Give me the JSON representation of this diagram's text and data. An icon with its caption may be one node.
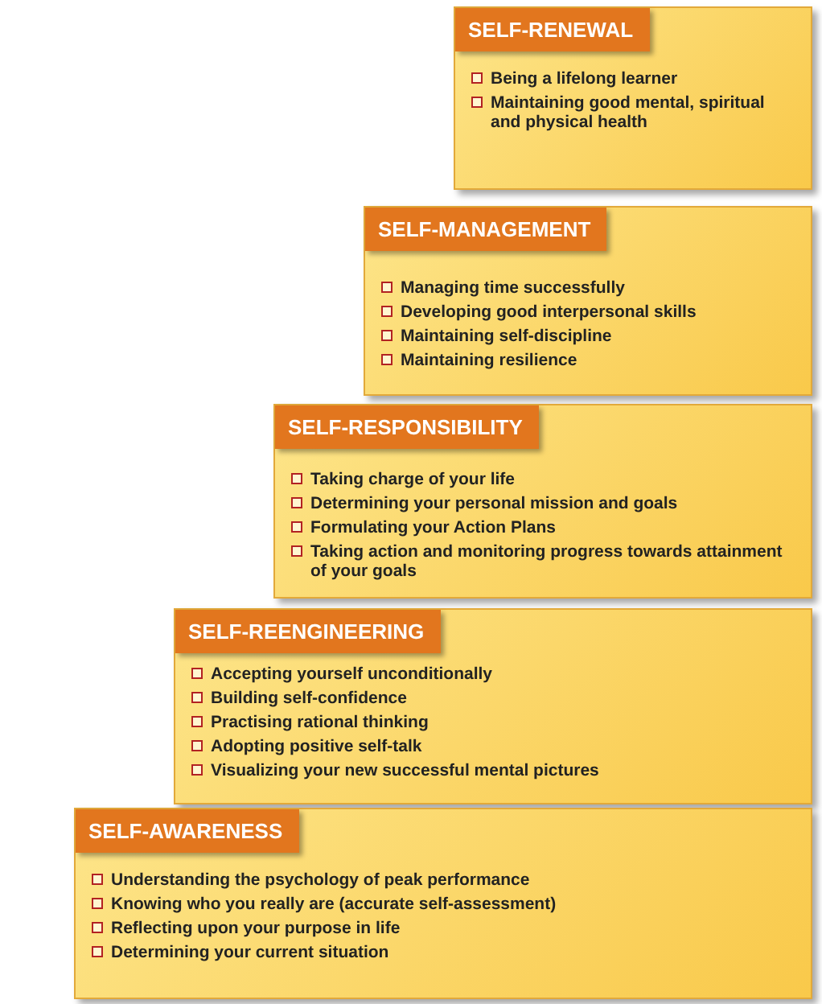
{
  "diagram": {
    "nodes": [
      {
        "text": [
          "SELF-RENEWAL",
          "Being a lifelong learner",
          "Maintaining good mental, spiritual and physical health"
        ]
      },
      {
        "text": [
          "SELF-MANAGEMENT",
          "Managing time successfully",
          "Developing good interpersonal skills",
          "Maintaining self-discipline",
          "Maintaining resilience"
        ]
      },
      {
        "text": [
          "SELF-RESPONSIBILITY",
          "Taking charge of your life",
          "Determining your personal mission and goals",
          "Formulating your Action Plans",
          "Taking action and monitoring progress towards attainment of your goals"
        ]
      },
      {
        "text": [
          "SELF-REENGINEERING",
          "Accepting yourself unconditionally",
          "Building self-confidence",
          "Practising rational thinking",
          "Adopting positive self-talk",
          "Visualizing your new successful mental pictures"
        ]
      },
      {
        "text": [
          "SELF-AWARENESS",
          "Understanding the psychology of peak performance",
          "Knowing who you really are (accurate self-assessment)",
          "Reflecting upon your purpose in life",
          "Determining your current situation"
        ]
      }
    ]
  }
}
